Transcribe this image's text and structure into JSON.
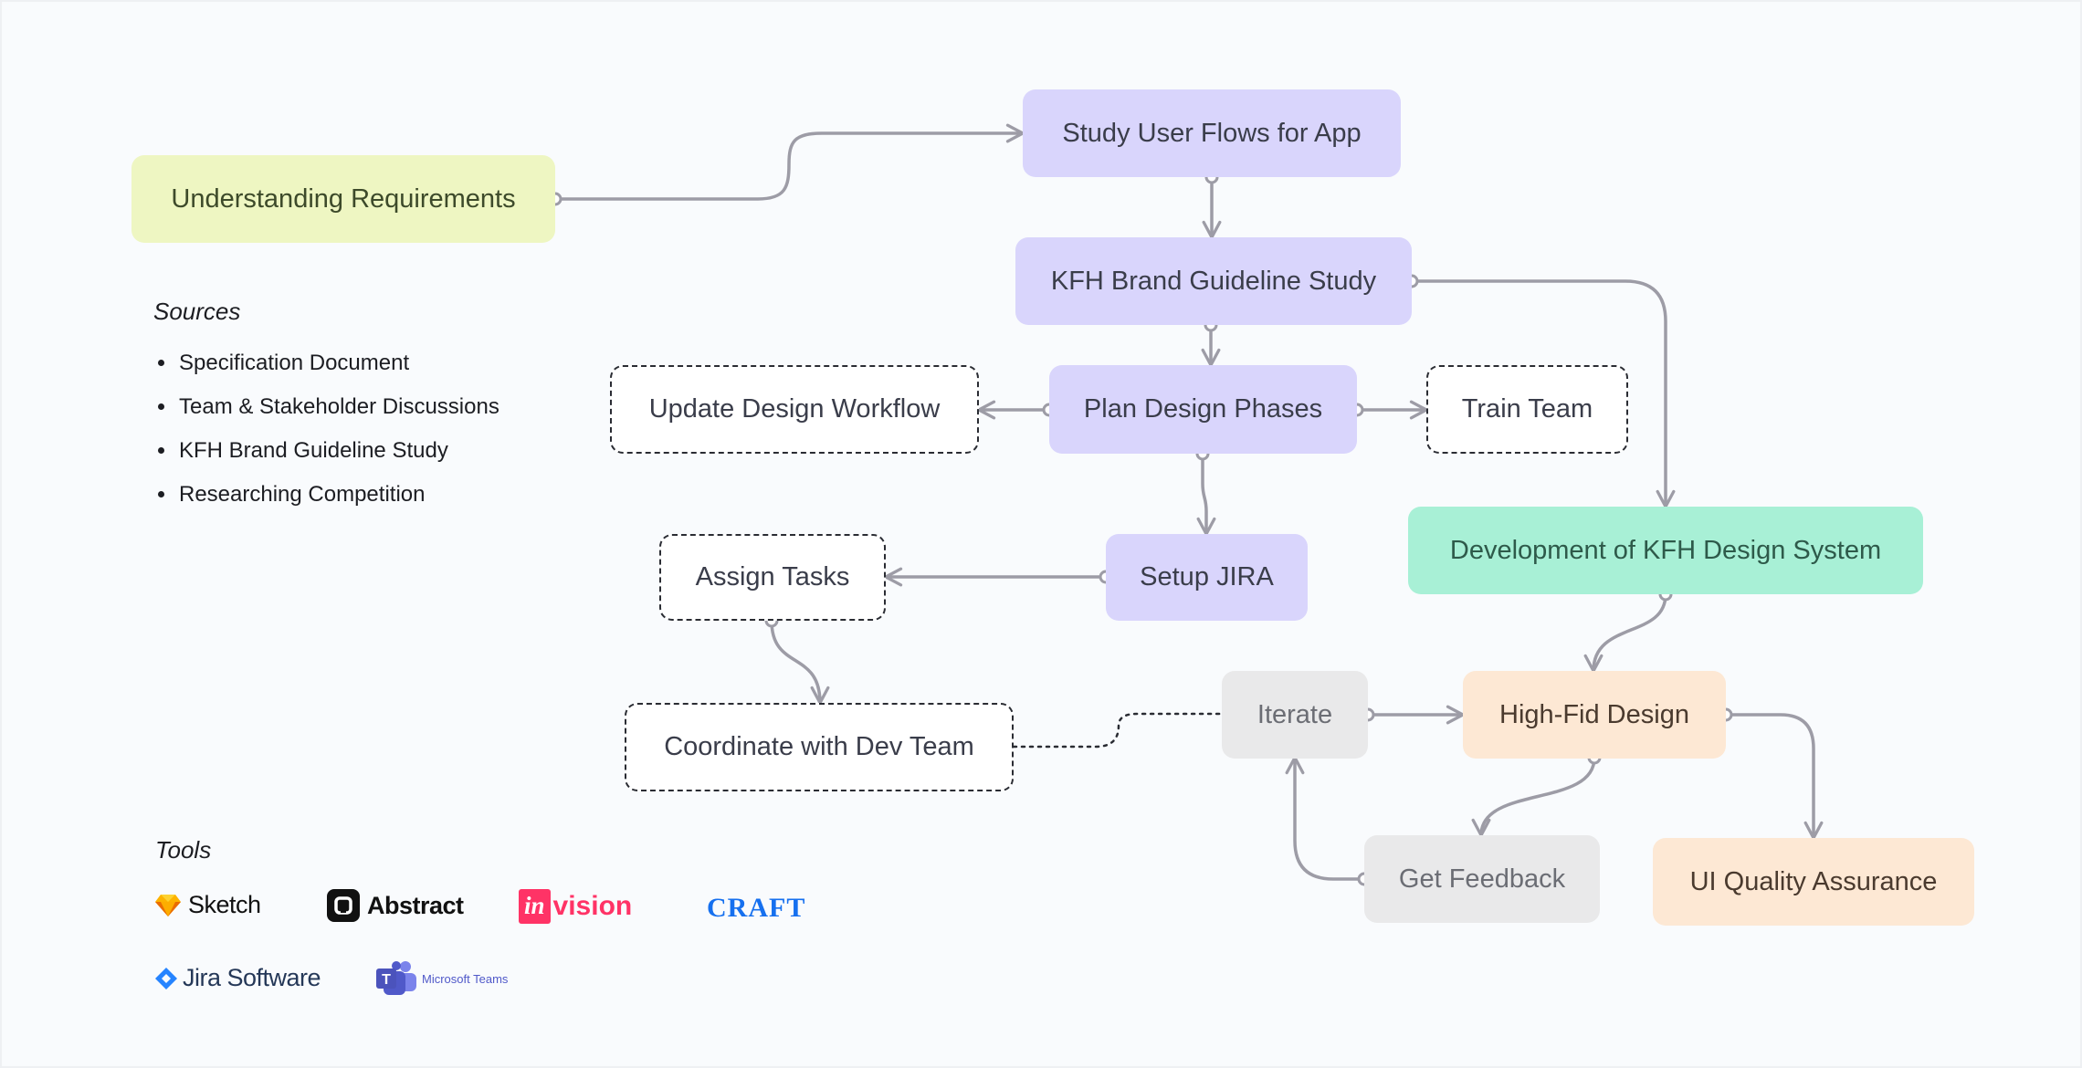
{
  "nodes": {
    "understanding": "Understanding Requirements",
    "study_flows": "Study User Flows for App",
    "brand_study": "KFH Brand Guideline Study",
    "plan_phases": "Plan Design Phases",
    "update_workflow": "Update Design Workflow",
    "train_team": "Train Team",
    "setup_jira": "Setup JIRA",
    "assign_tasks": "Assign Tasks",
    "coordinate_dev": "Coordinate with Dev Team",
    "dev_design_system": "Development of  KFH Design System",
    "iterate": "Iterate",
    "high_fid": "High-Fid Design",
    "get_feedback": "Get Feedback",
    "ui_qa": "UI Quality Assurance"
  },
  "sources": {
    "title": "Sources",
    "items": [
      "Specification Document",
      "Team & Stakeholder Discussions",
      "KFH Brand Guideline Study",
      "Researching Competition"
    ]
  },
  "tools": {
    "title": "Tools",
    "sketch": "Sketch",
    "abstract": "Abstract",
    "invision_in": "in",
    "invision_rest": "vision",
    "craft": "CRAFT",
    "jira": "Jira Software",
    "teams": "Microsoft Teams"
  },
  "colors": {
    "connector": "#9d9ca6",
    "yellow": "#eef6c2",
    "purple": "#d9d5fc",
    "green": "#a8f0d6",
    "peach": "#fde8d4",
    "gray": "#e9e9ea",
    "invision": "#ff3366",
    "craft": "#1670ef",
    "jira": "#2684ff",
    "teams": "#5059c9"
  }
}
